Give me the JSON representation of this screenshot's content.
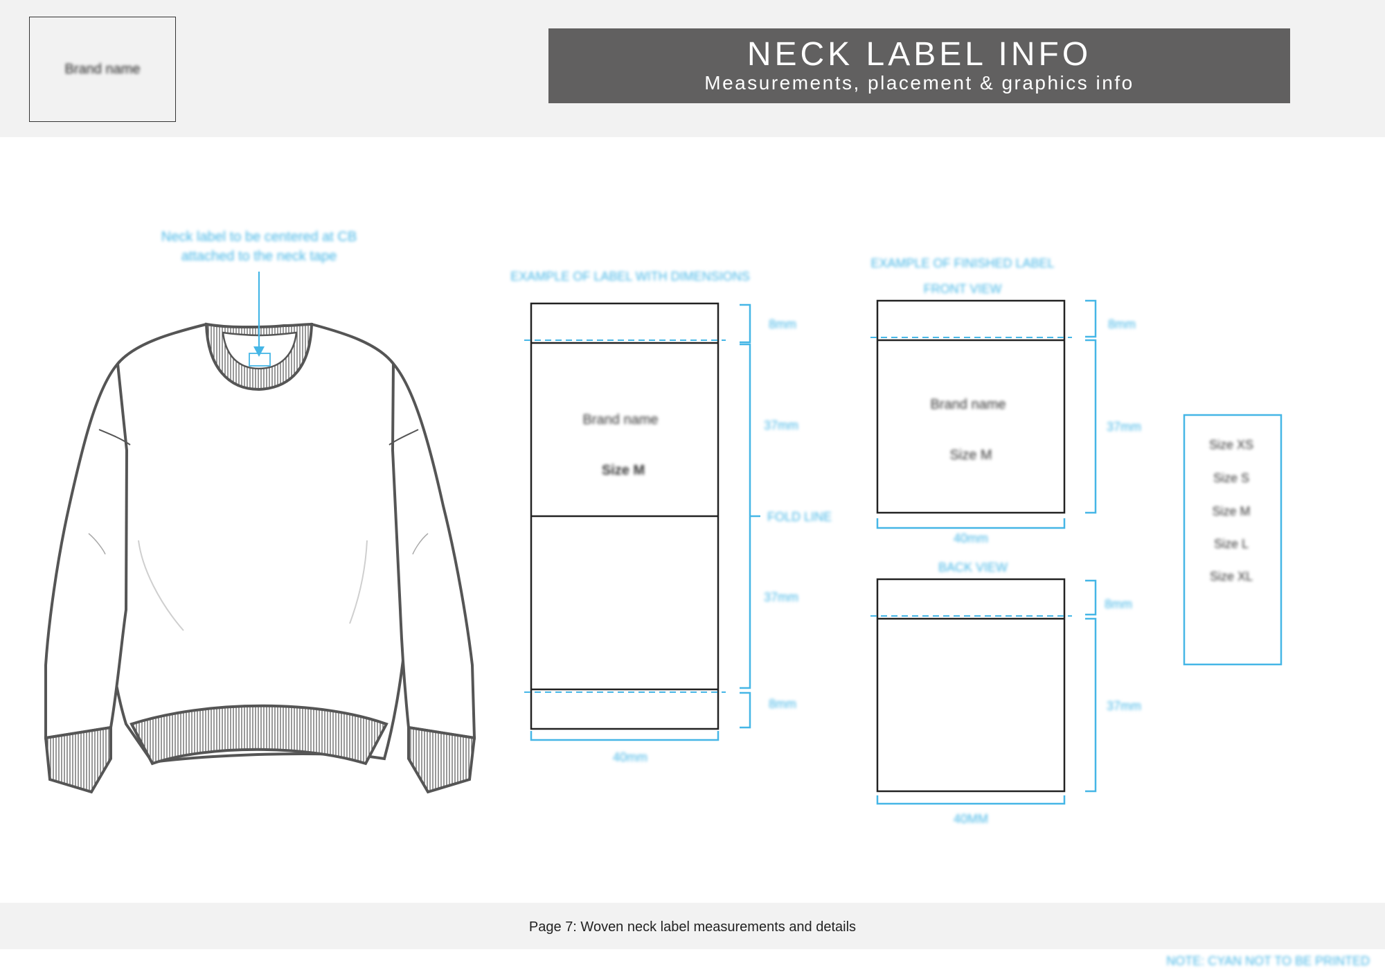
{
  "header": {
    "logo_text": "Brand name",
    "title": "NECK LABEL INFO",
    "subtitle": "Measurements, placement & graphics info"
  },
  "garment": {
    "note_line1": "Neck label to be centered at CB",
    "note_line2": "attached to the neck tape"
  },
  "label_dimensions": {
    "heading": "EXAMPLE OF LABEL WITH DIMENSIONS",
    "brand_text": "Brand name",
    "size_text": "Size M",
    "dim_top": "8mm",
    "dim_upper": "37mm",
    "fold_line": "FOLD LINE",
    "dim_lower": "37mm",
    "dim_bottom": "8mm",
    "dim_width": "40mm"
  },
  "finished_label": {
    "heading": "EXAMPLE OF FINISHED LABEL",
    "front_view": "FRONT VIEW",
    "front_brand": "Brand name",
    "front_size": "Size M",
    "front_dim_top": "8mm",
    "front_dim_body": "37mm",
    "front_dim_width": "40mm",
    "back_view": "BACK VIEW",
    "back_dim_top": "8mm",
    "back_dim_body": "37mm",
    "back_dim_width": "40MM"
  },
  "sizes": [
    "Size XS",
    "Size S",
    "Size M",
    "Size L",
    "Size XL"
  ],
  "footer": {
    "caption": "Page 7: Woven neck label measurements and details",
    "note": "NOTE: CYAN NOT TO BE PRINTED"
  },
  "colors": {
    "header_bg": "#616060",
    "band_bg": "#f2f2f2",
    "annotation_cyan": "#45b6e6",
    "outline": "#333333"
  }
}
